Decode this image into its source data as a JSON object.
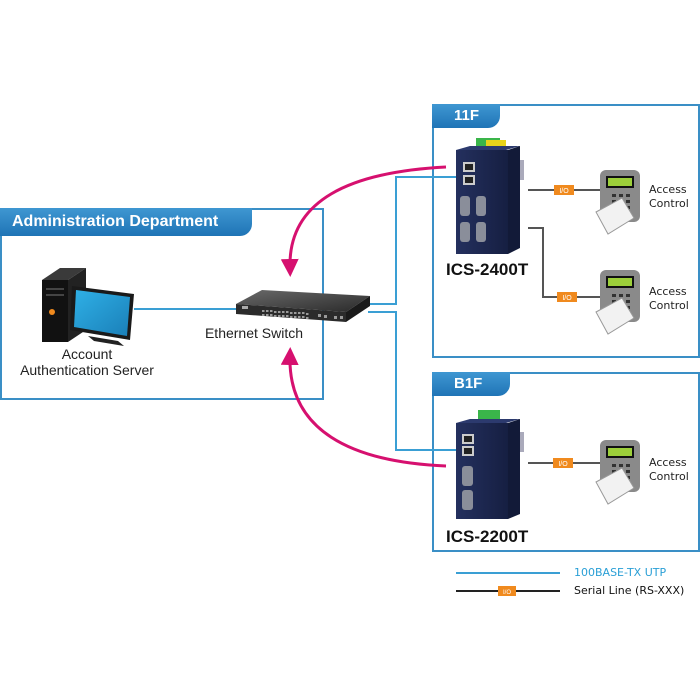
{
  "diagram": {
    "colors": {
      "utp_line": "#3a9fd4",
      "serial_line": "#555555",
      "arrow": "#d6106f",
      "zone_border": "#3a8fc6",
      "zone_tab": "#2a82c4",
      "io_badge": "#f08a1e",
      "device_body": "#1f2b55"
    },
    "zones": [
      {
        "id": "admin",
        "title": "Administration Department"
      },
      {
        "id": "11f",
        "title": "11F"
      },
      {
        "id": "b1f",
        "title": "B1F"
      }
    ],
    "nodes": {
      "server": {
        "label_line1": "Account",
        "label_line2": "Authentication Server"
      },
      "switch": {
        "label": "Ethernet Switch"
      },
      "ics2400": {
        "label": "ICS-2400T"
      },
      "ics2200": {
        "label": "ICS-2200T"
      },
      "access_controls": [
        {
          "line1": "Access",
          "line2": "Control",
          "io": "I/O"
        },
        {
          "line1": "Access",
          "line2": "Control",
          "io": "I/O"
        },
        {
          "line1": "Access",
          "line2": "Control",
          "io": "I/O"
        }
      ]
    },
    "legend": [
      {
        "type": "utp",
        "label": "100BASE-TX UTP"
      },
      {
        "type": "serial",
        "label": "Serial Line (RS-XXX)",
        "badge": "I/O"
      }
    ]
  }
}
